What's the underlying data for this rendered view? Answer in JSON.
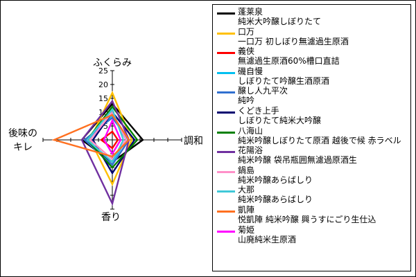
{
  "chart_data": {
    "type": "radar",
    "axes": [
      "ふくらみ",
      "調和",
      "香り",
      "後味のキレ"
    ],
    "axis_label_top": "ふくらみ",
    "axis_label_right": "調和",
    "axis_label_bottom": "香り",
    "axis_label_left_line1": "後味の",
    "axis_label_left_line2": "キレ",
    "range": [
      0,
      25
    ],
    "ticks": [
      "0",
      "5",
      "10",
      "15",
      "20",
      "25"
    ],
    "grid": false,
    "legend_position": "right",
    "series": [
      {
        "name": "蓬莱泉",
        "desc": "純米大吟醸しぼりたて",
        "color": "#000000",
        "values": [
          13,
          11,
          8,
          11
        ]
      },
      {
        "name": "口万",
        "desc": "一口万 初しぼり無濾過生原酒",
        "color": "#ffc000",
        "values": [
          17,
          7,
          16,
          8
        ]
      },
      {
        "name": "義侠",
        "desc": "無濾過生原酒60%槽口直詰",
        "color": "#ff0000",
        "values": [
          3,
          2,
          3,
          4
        ]
      },
      {
        "name": "磯自慢",
        "desc": "しぼりたて吟醸生酒原酒",
        "color": "#00c0f0",
        "values": [
          9,
          5,
          8,
          9
        ]
      },
      {
        "name": "醸し人九平次",
        "desc": "純吟",
        "color": "#3070d0",
        "values": [
          8,
          6,
          9,
          10
        ]
      },
      {
        "name": "くどき上手",
        "desc": "しぼりたて純米大吟醸",
        "color": "#000070",
        "values": [
          10,
          8,
          12,
          7
        ]
      },
      {
        "name": "八海山",
        "desc": "純米吟醸しぼりたて原酒 越後で候 赤ラベル",
        "color": "#008000",
        "values": [
          12,
          9,
          10,
          9
        ]
      },
      {
        "name": "花陽浴",
        "desc": "純米吟醸 袋吊瓶囲無濾過原酒生",
        "color": "#7030a0",
        "values": [
          14,
          6,
          23,
          11
        ]
      },
      {
        "name": "鍋島",
        "desc": "純米吟醸あらばしり",
        "color": "#ff90c8",
        "values": [
          10,
          5,
          7,
          8
        ]
      },
      {
        "name": "大那",
        "desc": "純米吟醸あらばしり",
        "color": "#40c8d8",
        "values": [
          11,
          4,
          8,
          9
        ]
      },
      {
        "name": "凱陣",
        "desc": "悦凱陣 純米吟醸 興うすにごり生仕込",
        "color": "#ff7020",
        "values": [
          9,
          6,
          6,
          21
        ]
      },
      {
        "name": "菊姫",
        "desc": "山廃純米生原酒",
        "color": "#ff00ff",
        "values": [
          7,
          3,
          5,
          3
        ]
      }
    ]
  }
}
